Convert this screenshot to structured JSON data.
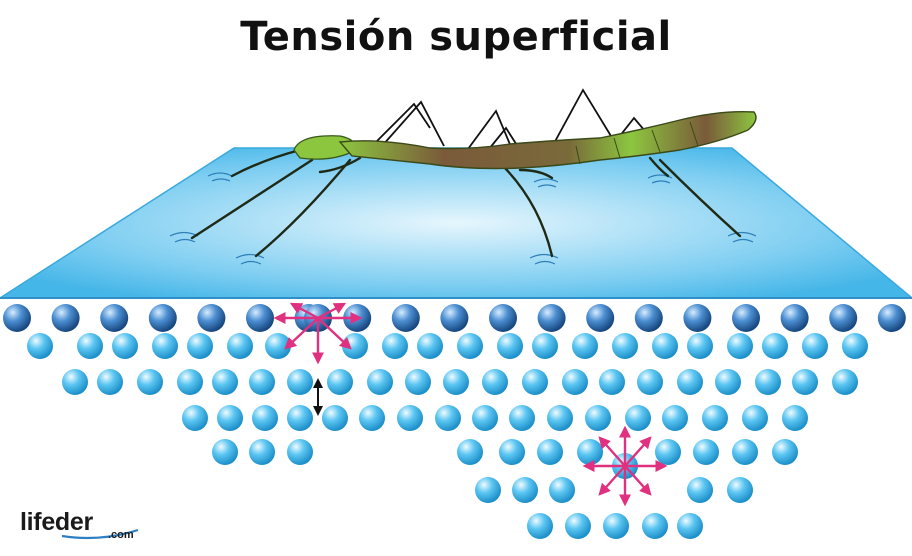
{
  "title": "Tensión superficial",
  "logo": {
    "name": "lifeder",
    "suffix": ".com"
  },
  "colors": {
    "water_light": "#b9e4f8",
    "water_dark": "#47b8e8",
    "surface_molecule": "#2f6fb0",
    "bulk_molecule": "#3fb6ea",
    "force_arrow": "#e0307f",
    "insect_green": "#8cc63f",
    "insect_brown": "#7a5a3a"
  },
  "icons": [
    "water-strider-insect",
    "ripple-icon",
    "force-arrow-icon",
    "double-arrow-icon"
  ]
}
